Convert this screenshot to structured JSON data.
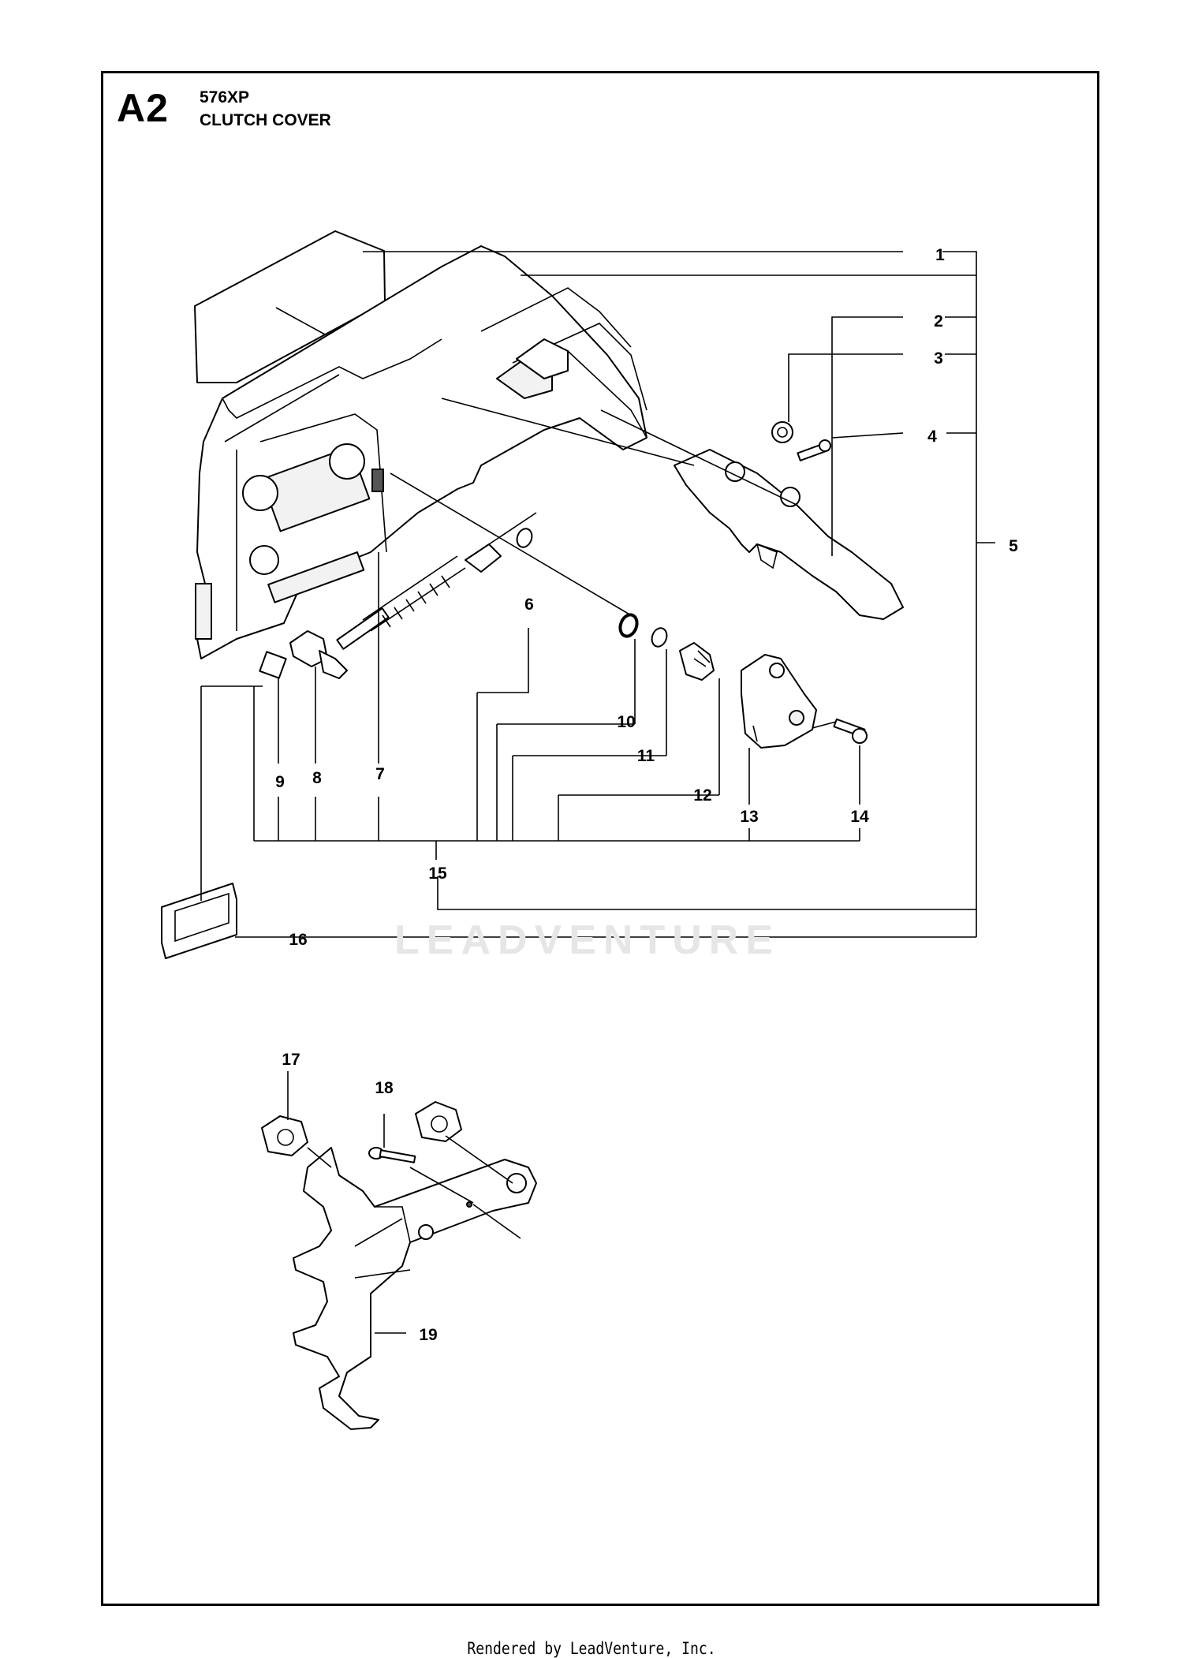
{
  "header": {
    "section_code": "A2",
    "model": "576XP",
    "title": "CLUTCH COVER"
  },
  "callouts": [
    {
      "id": "1",
      "label": "1"
    },
    {
      "id": "2",
      "label": "2"
    },
    {
      "id": "3",
      "label": "3"
    },
    {
      "id": "4",
      "label": "4"
    },
    {
      "id": "5",
      "label": "5"
    },
    {
      "id": "6",
      "label": "6"
    },
    {
      "id": "7",
      "label": "7"
    },
    {
      "id": "8",
      "label": "8"
    },
    {
      "id": "9",
      "label": "9"
    },
    {
      "id": "10",
      "label": "10"
    },
    {
      "id": "11",
      "label": "11"
    },
    {
      "id": "12",
      "label": "12"
    },
    {
      "id": "13",
      "label": "13"
    },
    {
      "id": "14",
      "label": "14"
    },
    {
      "id": "15",
      "label": "15"
    },
    {
      "id": "16",
      "label": "16"
    },
    {
      "id": "17",
      "label": "17"
    },
    {
      "id": "18",
      "label": "18"
    },
    {
      "id": "19",
      "label": "19"
    }
  ],
  "watermark": "LEADVENTURE",
  "footer": "Rendered by LeadVenture, Inc."
}
